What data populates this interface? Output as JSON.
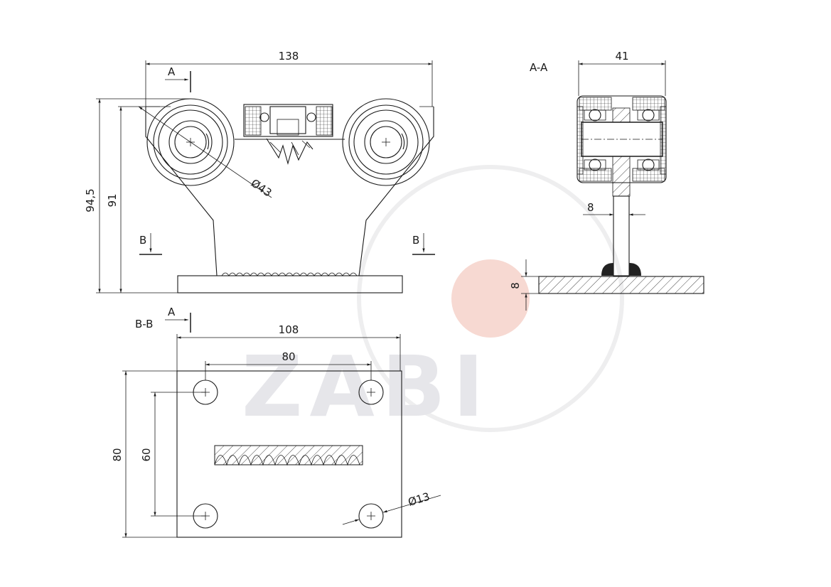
{
  "watermark": {
    "text": "ZABI"
  },
  "section_labels": {
    "a_top": "A",
    "a_bottom": "A",
    "b_left": "B",
    "b_right": "B",
    "aa": "A-A",
    "bb": "B-B"
  },
  "dimensions": {
    "front_width": "138",
    "front_height_outer": "94,5",
    "front_height_inner": "91",
    "wheel_diameter": "Ø43",
    "section_width": "41",
    "stem_width": "8",
    "plate_thickness": "8",
    "plate_width": "108",
    "hole_spacing_x": "80",
    "plate_height": "80",
    "hole_spacing_y": "60",
    "hole_diameter": "Ø13"
  },
  "colors": {
    "line": "#1a1a1a",
    "watermark": "#e6e6ea",
    "watermark_accent": "#f7d9d2"
  }
}
